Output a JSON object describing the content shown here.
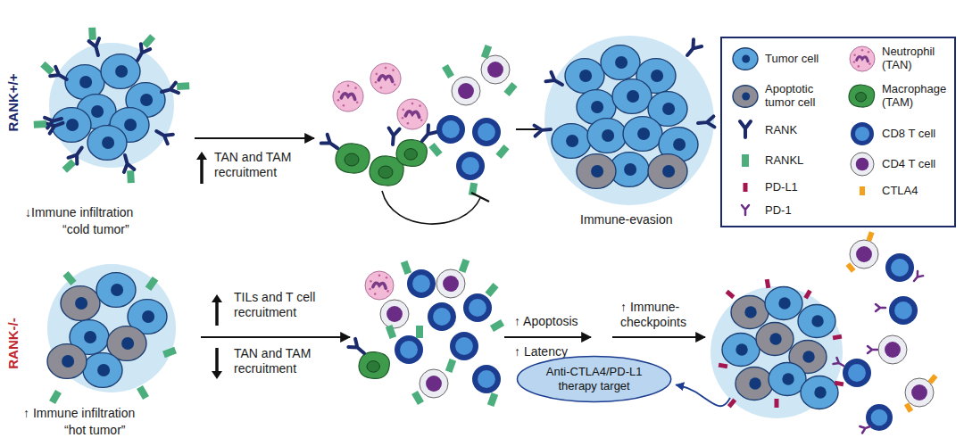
{
  "diagram": {
    "nodes": [
      {
        "text": [
          "Anti-CTLA4/PD-L1 therapy target"
        ]
      }
    ],
    "labels": [
      "RANK+/+",
      "↓Immune infiltration",
      "“cold tumor”",
      "TAN and TAM recruitment",
      "Immune-evasion",
      "RANK-/-",
      "↑ Immune infiltration",
      "“hot tumor”",
      "TILs and T cell recruitment",
      "TAN and TAM recruitment",
      "↑ Apoptosis",
      "↑ Latency",
      "↑ Immune-checkpoints"
    ],
    "legend": [
      {
        "text": "Tumor cell"
      },
      {
        "text": "Apoptotic tumor cell"
      },
      {
        "text": "RANK"
      },
      {
        "text": "RANKL"
      },
      {
        "text": "PD-L1"
      },
      {
        "text": "PD-1"
      },
      {
        "text": "Neutrophil (TAN)"
      },
      {
        "text": "Macrophage (TAM)"
      },
      {
        "text": "CD8 T cell"
      },
      {
        "text": "CD4 T cell"
      },
      {
        "text": "CTLA4"
      }
    ]
  }
}
